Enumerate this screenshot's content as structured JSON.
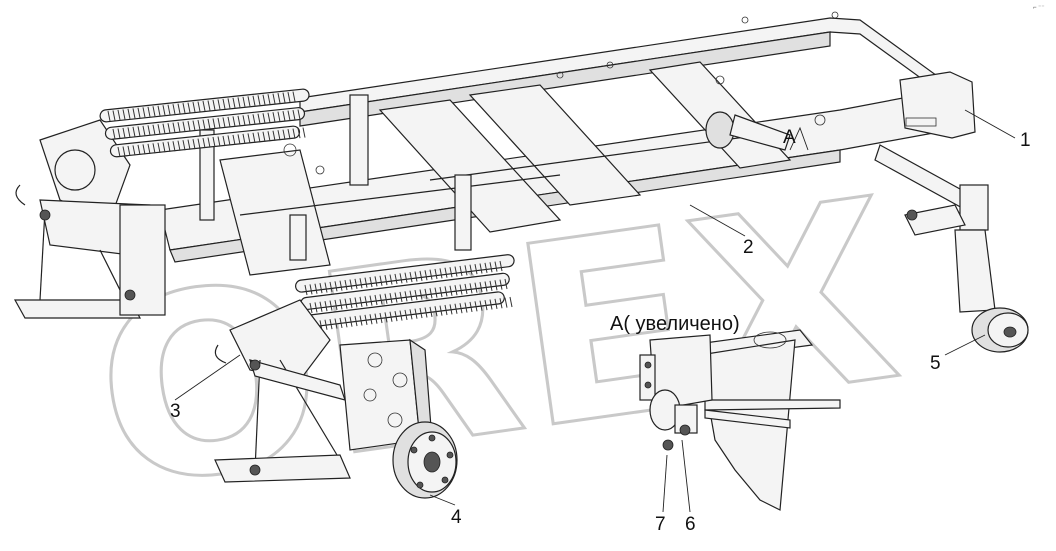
{
  "watermark": "OREX",
  "corner_mark": "⌐ ⁻⁻",
  "detail_caption": "А( увеличено)",
  "detail_marker": "А",
  "callouts": [
    {
      "id": "1",
      "label": "1"
    },
    {
      "id": "2",
      "label": "2"
    },
    {
      "id": "3",
      "label": "3"
    },
    {
      "id": "4",
      "label": "4"
    },
    {
      "id": "5",
      "label": "5"
    },
    {
      "id": "6",
      "label": "6"
    },
    {
      "id": "7",
      "label": "7"
    }
  ]
}
